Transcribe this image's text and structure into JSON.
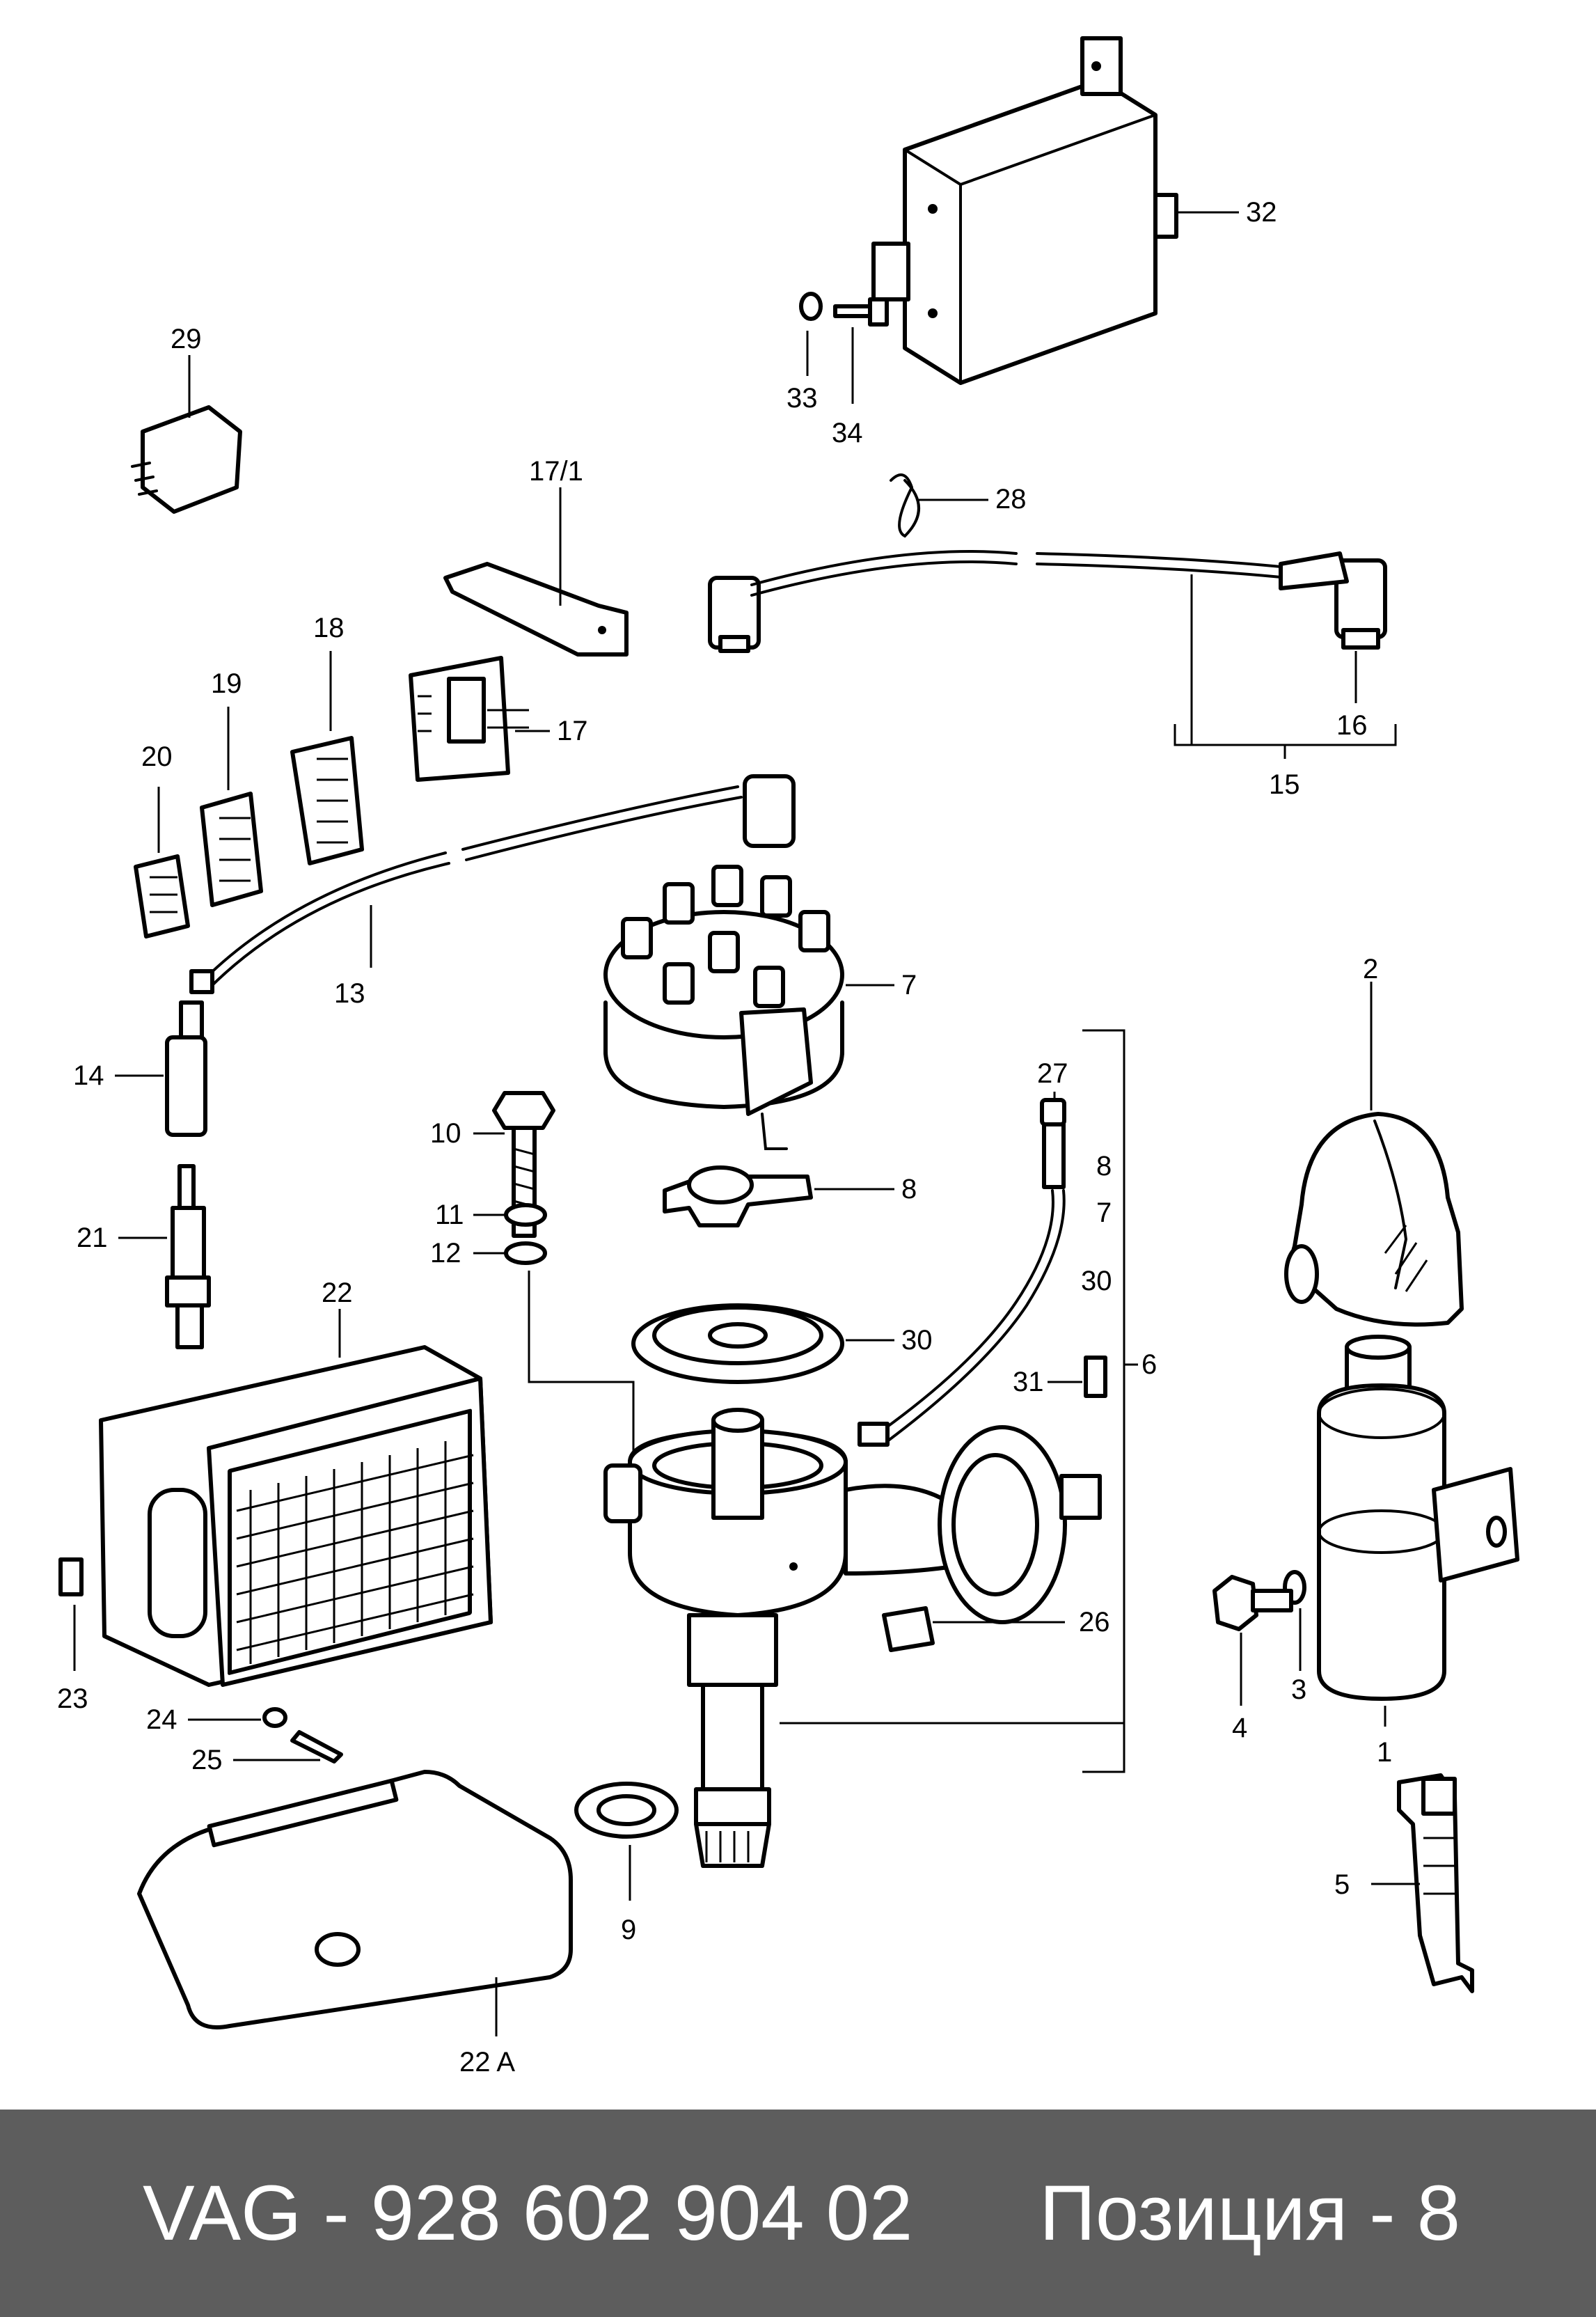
{
  "labels": {
    "l1": "1",
    "l2": "2",
    "l3": "3",
    "l4": "4",
    "l5": "5",
    "l6": "6",
    "l7a": "7",
    "l7b": "7",
    "l8a": "8",
    "l8b": "8",
    "l9": "9",
    "l10": "10",
    "l11": "11",
    "l12": "12",
    "l13": "13",
    "l14": "14",
    "l15": "15",
    "l16": "16",
    "l17": "17",
    "l17_1": "17/1",
    "l18": "18",
    "l19": "19",
    "l20": "20",
    "l21": "21",
    "l22": "22",
    "l22a": "22 A",
    "l23": "23",
    "l24": "24",
    "l25": "25",
    "l26": "26",
    "l27": "27",
    "l28": "28",
    "l29": "29",
    "l30a": "30",
    "l30b": "30",
    "l31": "31",
    "l32": "32",
    "l33": "33",
    "l34": "34"
  },
  "footer": {
    "part_number": "VAG - 928 602 904 02",
    "position": "Позиция - 8"
  }
}
